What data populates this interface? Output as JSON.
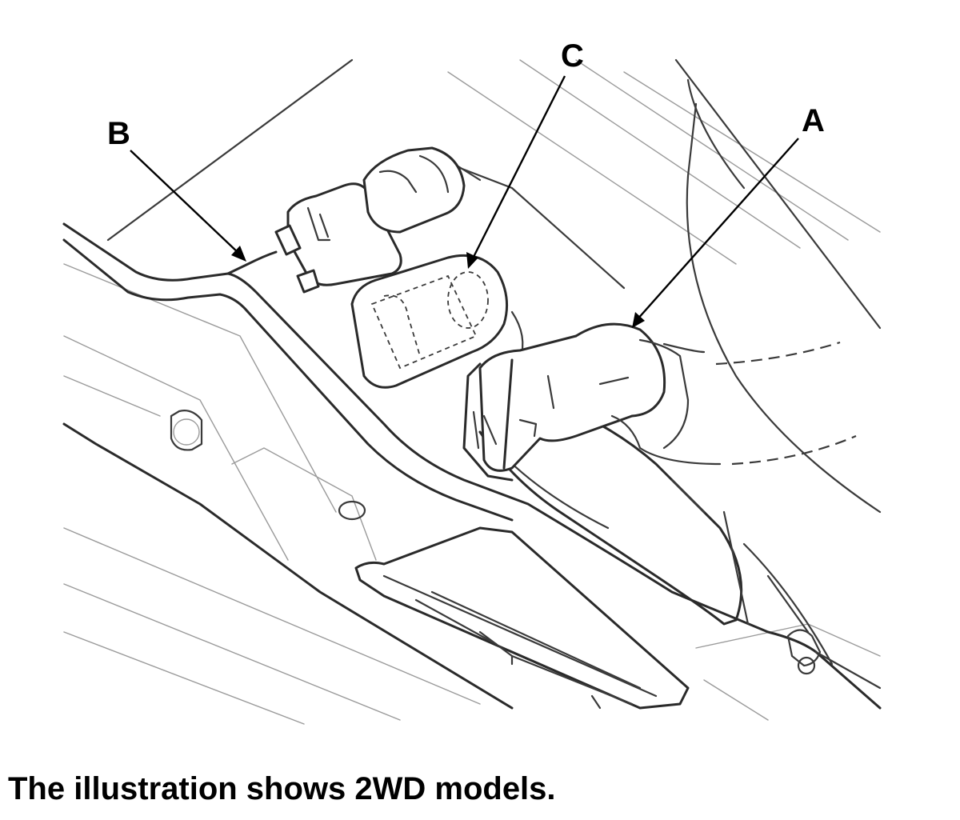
{
  "callouts": {
    "a": "A",
    "b": "B",
    "c": "C"
  },
  "caption": "The illustration shows 2WD models."
}
